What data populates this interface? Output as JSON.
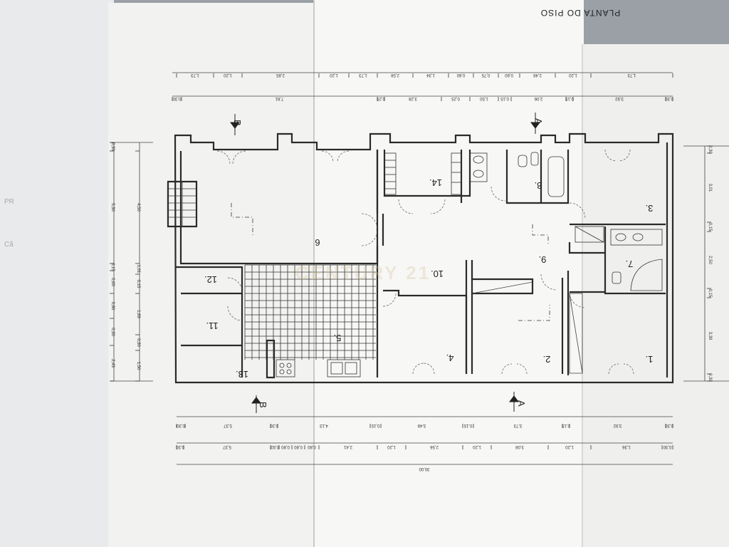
{
  "title": "PLANTA DO PISO",
  "watermark": "CENTURY 21",
  "margin_text": [
    "PR",
    "Cã"
  ],
  "rooms": [
    {
      "id": "r1",
      "label": "1."
    },
    {
      "id": "r2",
      "label": "2."
    },
    {
      "id": "r3",
      "label": "3."
    },
    {
      "id": "r4",
      "label": "4."
    },
    {
      "id": "r5",
      "label": "5."
    },
    {
      "id": "r6",
      "label": "6"
    },
    {
      "id": "r7",
      "label": "7."
    },
    {
      "id": "r8",
      "label": "8."
    },
    {
      "id": "r9",
      "label": "9."
    },
    {
      "id": "r10",
      "label": "10."
    },
    {
      "id": "r11",
      "label": "11."
    },
    {
      "id": "r12",
      "label": "12."
    },
    {
      "id": "r13",
      "label": "13."
    },
    {
      "id": "r14",
      "label": "14."
    }
  ],
  "sections": {
    "a": "A",
    "b": "B"
  },
  "dims": {
    "top_row1": [
      "1,73",
      "1,20",
      "2,85",
      "1,20",
      "1,73",
      "2,58",
      "1,34",
      "0,60",
      "0,75",
      "0,60",
      "2,48",
      "1,20",
      "1,73"
    ],
    "top_row2": [
      "0,30",
      "7,81",
      "0,25",
      "3,28",
      "0,25",
      "1,50",
      "0,15",
      "2,06",
      "0,15",
      "3,92",
      "0,30"
    ],
    "bottom_row1": [
      "0,30",
      "5,37",
      "0,30",
      "4,13",
      "0,15",
      "3,48",
      "0,15",
      "3,73",
      "0,15",
      "3,92",
      "0,30"
    ],
    "bottom_row2": [
      "0,30",
      "5,37",
      "0,92",
      "0,80",
      "0,80",
      "0,80",
      "2,41",
      "1,20",
      "2,56",
      "1,20",
      "3,08",
      "1,20",
      "1,36",
      "0,30"
    ],
    "bottom_total": "30,00",
    "left_outer": [
      "0,30",
      "5,30",
      "0,15",
      "0,60",
      "0,80",
      "0,30",
      "2,43"
    ],
    "left_inner": [
      "4,50",
      "1,01",
      "0,15",
      "1,89",
      "0,30",
      "1,50"
    ],
    "right": [
      "0,30",
      "3,01",
      "0,15",
      "2,50",
      "0,15",
      "3,39",
      "0,30"
    ]
  }
}
